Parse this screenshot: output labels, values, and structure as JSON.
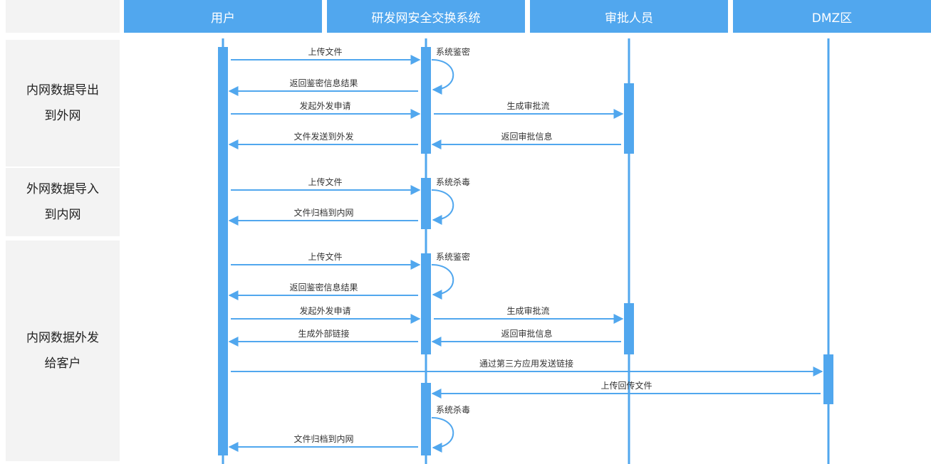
{
  "lanes": [
    {
      "id": "user",
      "label": "用户"
    },
    {
      "id": "system",
      "label": "研发网安全交换系统"
    },
    {
      "id": "approver",
      "label": "审批人员"
    },
    {
      "id": "dmz",
      "label": "DMZ区"
    }
  ],
  "phases": [
    {
      "label": "内网数据导出到外网"
    },
    {
      "label": "外网数据导入到内网"
    },
    {
      "label": "内网数据外发给客户"
    }
  ],
  "messages": [
    {
      "from": "user",
      "to": "system",
      "text": "上传文件"
    },
    {
      "self": "system",
      "text": "系统鉴密"
    },
    {
      "from": "system",
      "to": "user",
      "text": "返回鉴密信息结果"
    },
    {
      "from": "user",
      "to": "system",
      "text": "发起外发申请"
    },
    {
      "from": "system",
      "to": "approver",
      "text": "生成审批流"
    },
    {
      "from": "system",
      "to": "user",
      "text": "文件发送到外发"
    },
    {
      "from": "approver",
      "to": "system",
      "text": "返回审批信息"
    },
    {
      "from": "user",
      "to": "system",
      "text": "上传文件"
    },
    {
      "self": "system",
      "text": "系统杀毒"
    },
    {
      "from": "system",
      "to": "user",
      "text": "文件归档到内网"
    },
    {
      "from": "user",
      "to": "system",
      "text": "上传文件"
    },
    {
      "self": "system",
      "text": "系统鉴密"
    },
    {
      "from": "system",
      "to": "user",
      "text": "返回鉴密信息结果"
    },
    {
      "from": "user",
      "to": "system",
      "text": "发起外发申请"
    },
    {
      "from": "system",
      "to": "approver",
      "text": "生成审批流"
    },
    {
      "from": "system",
      "to": "user",
      "text": "生成外部链接"
    },
    {
      "from": "approver",
      "to": "system",
      "text": "返回审批信息"
    },
    {
      "from": "user",
      "to": "dmz",
      "text": "通过第三方应用发送链接"
    },
    {
      "from": "dmz",
      "to": "system",
      "text": "上传回传文件"
    },
    {
      "self": "system",
      "text": "系统杀毒"
    },
    {
      "from": "system",
      "to": "user",
      "text": "文件归档到内网"
    }
  ],
  "colors": {
    "header": "#51a7ee",
    "line": "#51a7ee",
    "phase_bg": "#f3f3f3"
  }
}
